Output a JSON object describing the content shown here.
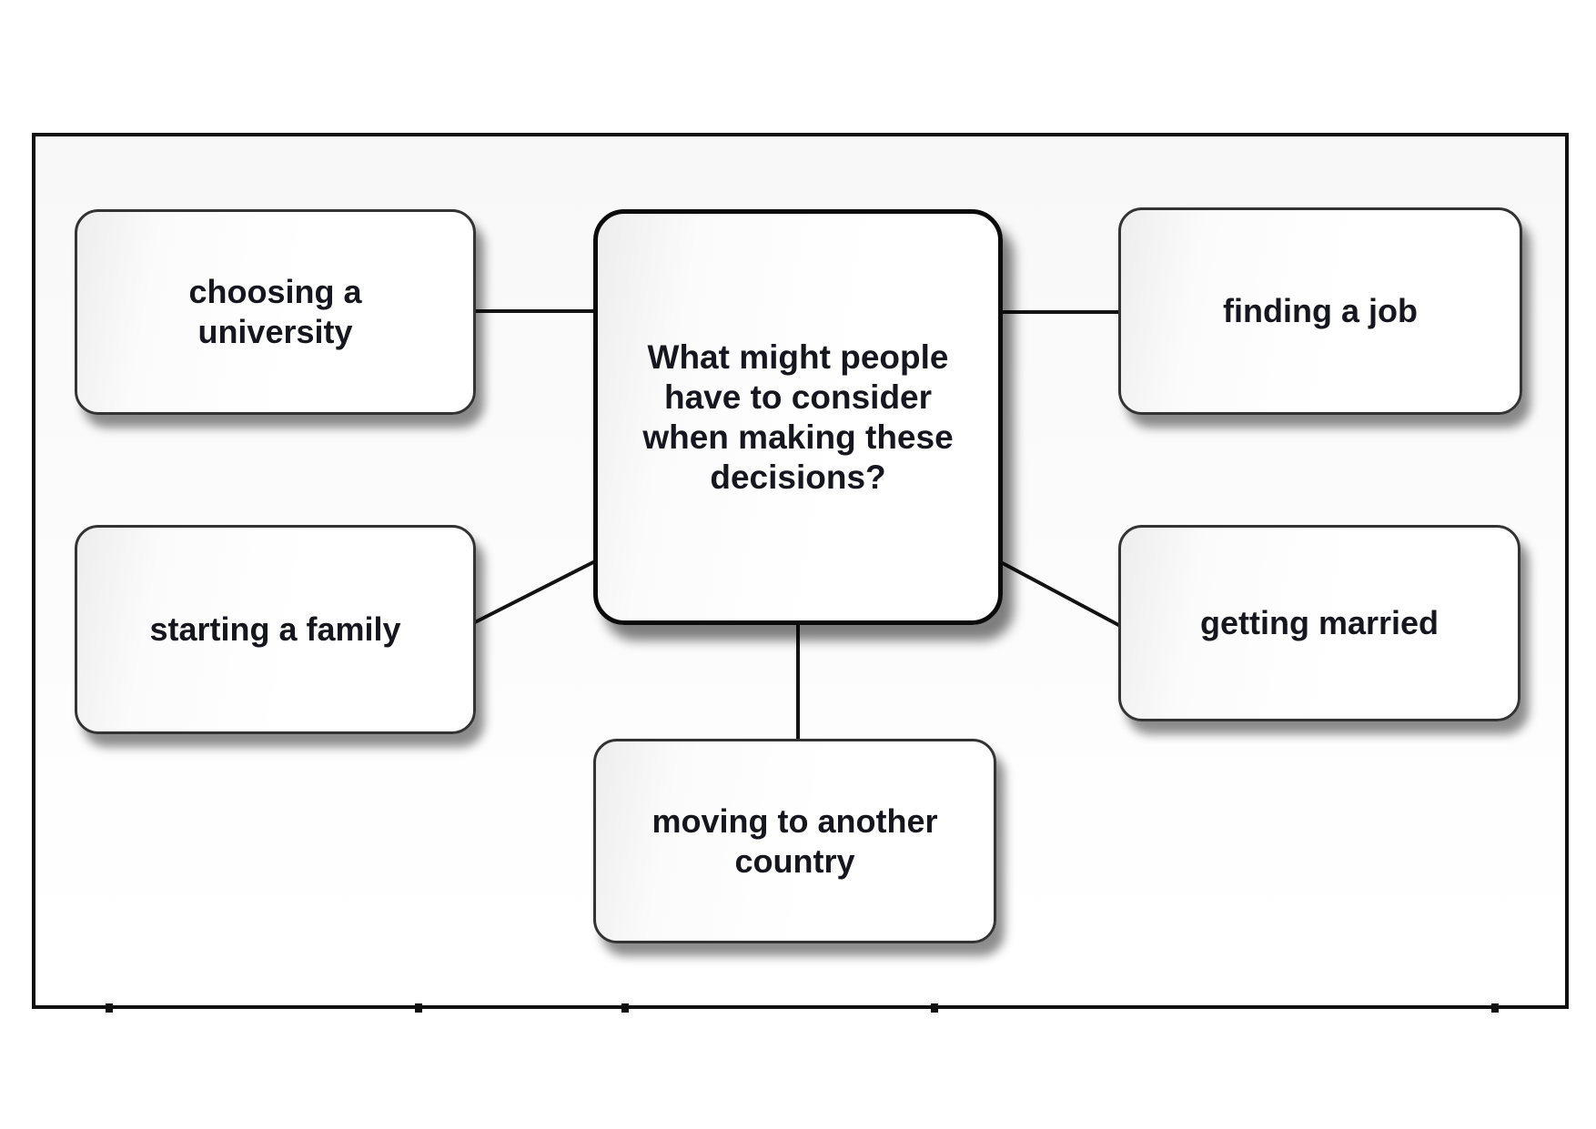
{
  "central_question": {
    "label": "What might people have to consider when making these decisions?",
    "lines": [
      "What might people",
      "have to consider",
      "when making these",
      "decisions?"
    ]
  },
  "nodes": [
    {
      "id": "choosing-a-university",
      "label": "choosing a university",
      "lines": [
        "choosing a",
        "university"
      ]
    },
    {
      "id": "finding-a-job",
      "label": "finding a job",
      "lines": [
        "finding a job"
      ]
    },
    {
      "id": "starting-a-family",
      "label": "starting a family",
      "lines": [
        "starting a family"
      ]
    },
    {
      "id": "getting-married",
      "label": "getting married",
      "lines": [
        "getting married"
      ]
    },
    {
      "id": "moving-to-another-country",
      "label": "moving to another country",
      "lines": [
        "moving to another",
        "country"
      ]
    }
  ],
  "colors": {
    "page_background": "#ffffff",
    "frame_background": "#fbfbfb",
    "frame_border": "#101010",
    "box_background": "#ffffff",
    "box_border": "#333333",
    "central_border": "#0b0b0b",
    "text": "#16161e"
  }
}
